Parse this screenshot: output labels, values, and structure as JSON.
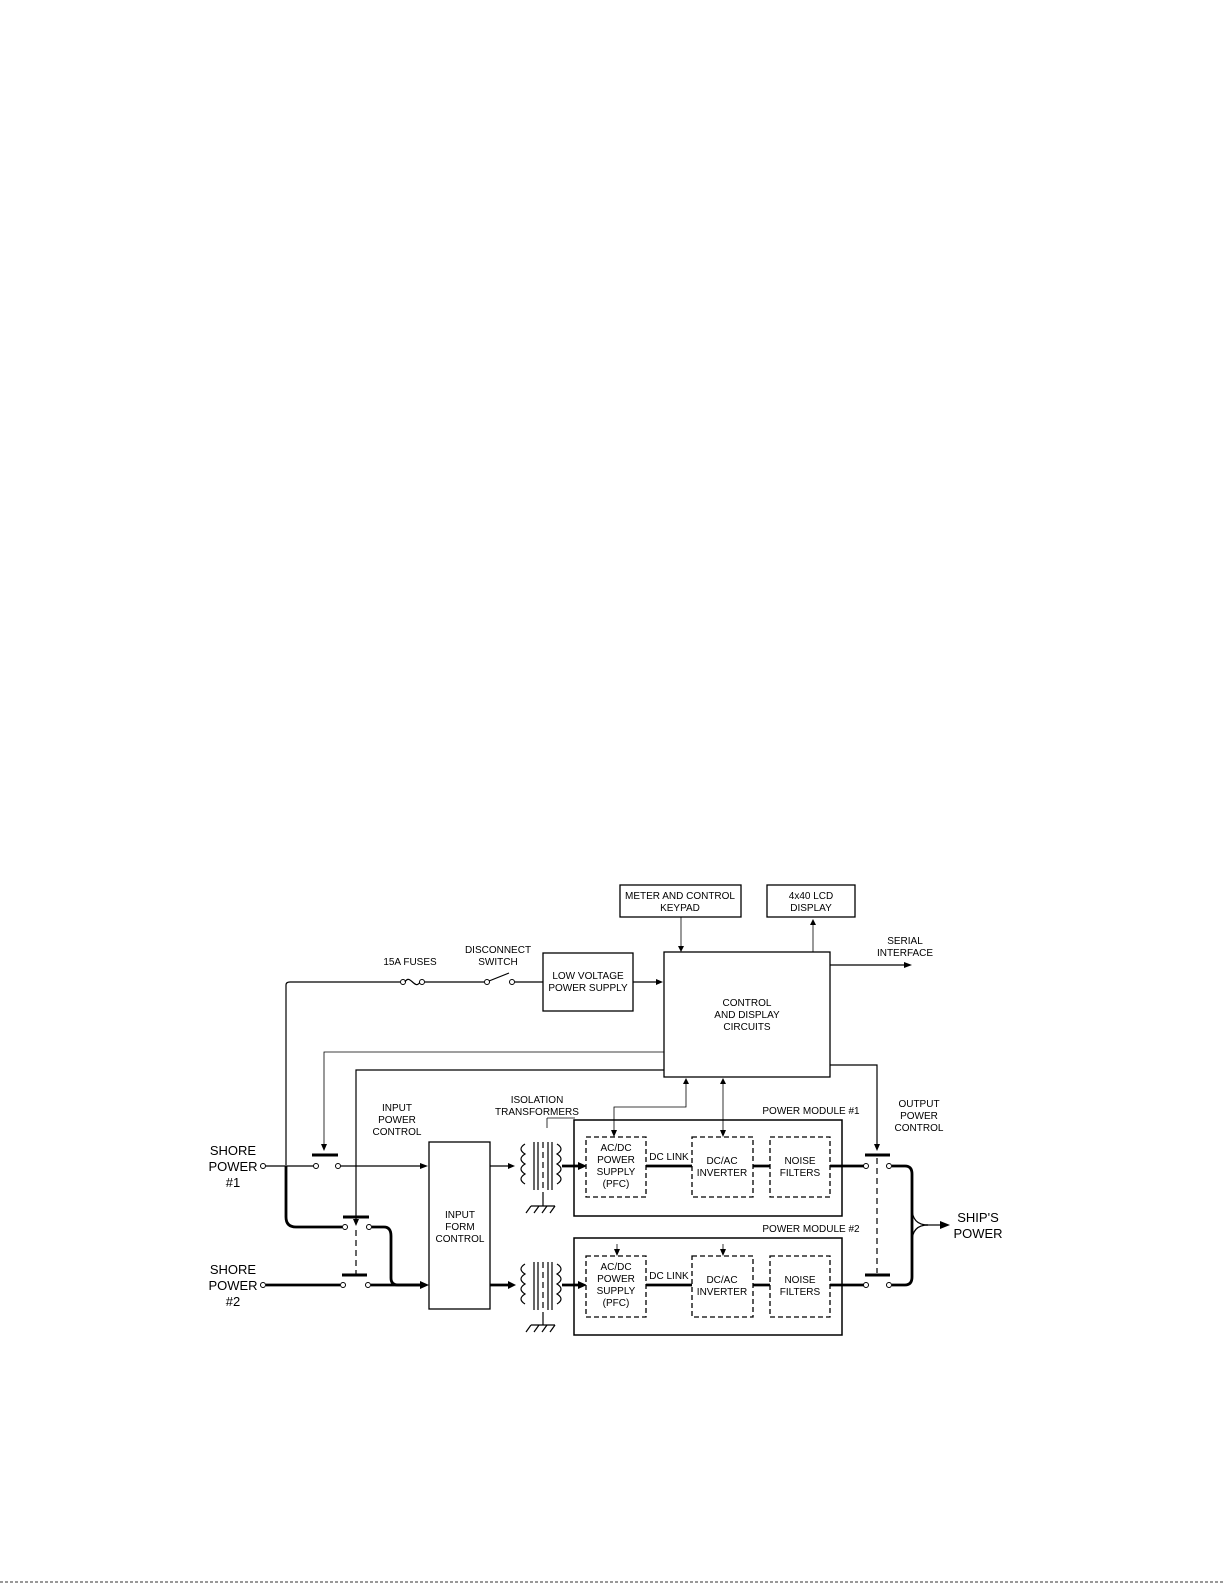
{
  "blocks": {
    "keypad": [
      "METER AND CONTROL",
      "KEYPAD"
    ],
    "lcd": [
      "4x40 LCD",
      "DISPLAY"
    ],
    "lvps": [
      "LOW VOLTAGE",
      "POWER SUPPLY"
    ],
    "control": [
      "CONTROL",
      "AND DISPLAY",
      "CIRCUITS"
    ],
    "input_form": [
      "INPUT",
      "FORM",
      "CONTROL"
    ],
    "acdc": [
      "AC/DC",
      "POWER",
      "SUPPLY",
      "(PFC)"
    ],
    "dcac": [
      "DC/AC",
      "INVERTER"
    ],
    "noise": [
      "NOISE",
      "FILTERS"
    ]
  },
  "labels": {
    "fuses": "15A FUSES",
    "disconnect": [
      "DISCONNECT",
      "SWITCH"
    ],
    "serial": [
      "SERIAL",
      "INTERFACE"
    ],
    "input_power_control": [
      "INPUT",
      "POWER",
      "CONTROL"
    ],
    "isolation": [
      "ISOLATION",
      "TRANSFORMERS"
    ],
    "output_power_control": [
      "OUTPUT",
      "POWER",
      "CONTROL"
    ],
    "dc_link": "DC LINK",
    "shore1": [
      "SHORE",
      "POWER",
      "#1"
    ],
    "shore2": [
      "SHORE",
      "POWER",
      "#2"
    ],
    "ships_power": [
      "SHIP'S",
      "POWER"
    ]
  },
  "modules": [
    {
      "title": "POWER MODULE #1"
    },
    {
      "title": "POWER MODULE #2"
    }
  ]
}
